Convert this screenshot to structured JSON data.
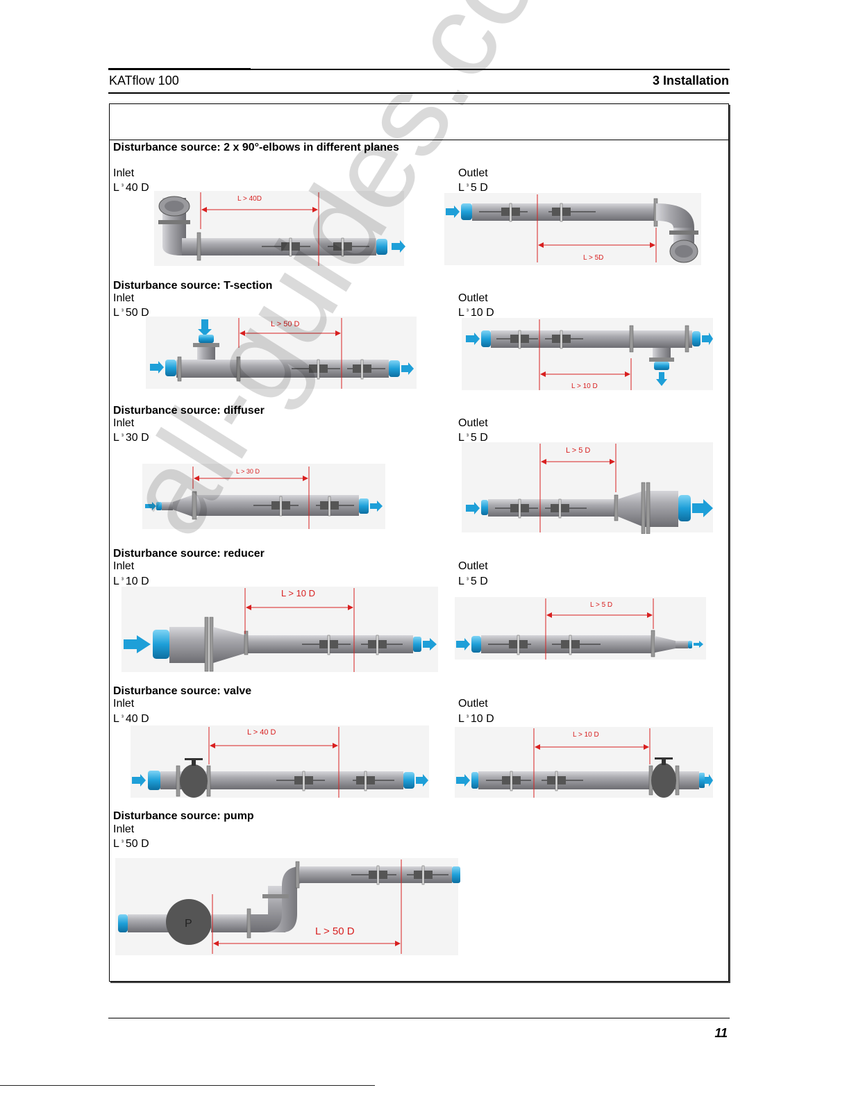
{
  "header": {
    "left": "KATflow 100",
    "right": "3 Installation"
  },
  "footer": {
    "page": "11"
  },
  "watermark": "all-guides.com",
  "sections": [
    {
      "title": "Disturbance source: 2 x 90°-elbows in different planes",
      "inlet": {
        "label": "Inlet",
        "prefix": "L",
        "sym": "³",
        "value": "40 D",
        "dim": "L > 40D"
      },
      "outlet": {
        "label": "Outlet",
        "prefix": "L",
        "sym": "³",
        "value": "5 D",
        "dim": "L > 5D"
      }
    },
    {
      "title": "Disturbance source: T-section",
      "inlet": {
        "label": "Inlet",
        "prefix": "L",
        "sym": "³",
        "value": "50 D",
        "dim": "L > 50 D"
      },
      "outlet": {
        "label": "Outlet",
        "prefix": "L",
        "sym": "³",
        "value": "10 D",
        "dim": "L > 10 D"
      }
    },
    {
      "title": "Disturbance source: diffuser",
      "inlet": {
        "label": "Inlet",
        "prefix": "L",
        "sym": "³",
        "value": "30 D",
        "dim": "L > 30 D"
      },
      "outlet": {
        "label": "Outlet",
        "prefix": "L",
        "sym": "³",
        "value": "5 D",
        "dim": "L > 5 D"
      }
    },
    {
      "title": "Disturbance source: reducer",
      "inlet": {
        "label": "Inlet",
        "prefix": "L",
        "sym": "³",
        "value": "10 D",
        "dim": "L > 10 D"
      },
      "outlet": {
        "label": "Outlet",
        "prefix": "L",
        "sym": "³",
        "value": "5 D",
        "dim": "L > 5 D"
      }
    },
    {
      "title": "Disturbance source: valve",
      "inlet": {
        "label": "Inlet",
        "prefix": "L",
        "sym": "³",
        "value": "40 D",
        "dim": "L > 40 D"
      },
      "outlet": {
        "label": "Outlet",
        "prefix": "L",
        "sym": "³",
        "value": "10 D",
        "dim": "L > 10 D"
      }
    },
    {
      "title": "Disturbance source: pump",
      "inlet": {
        "label": "Inlet",
        "prefix": "L",
        "sym": "³",
        "value": "50 D",
        "dim": "L > 50 D",
        "pump_label": "P"
      }
    }
  ],
  "colors": {
    "pipe": "#8e8e92",
    "flow": "#1e9fd8",
    "dim": "#d82020",
    "dark": "#444"
  }
}
